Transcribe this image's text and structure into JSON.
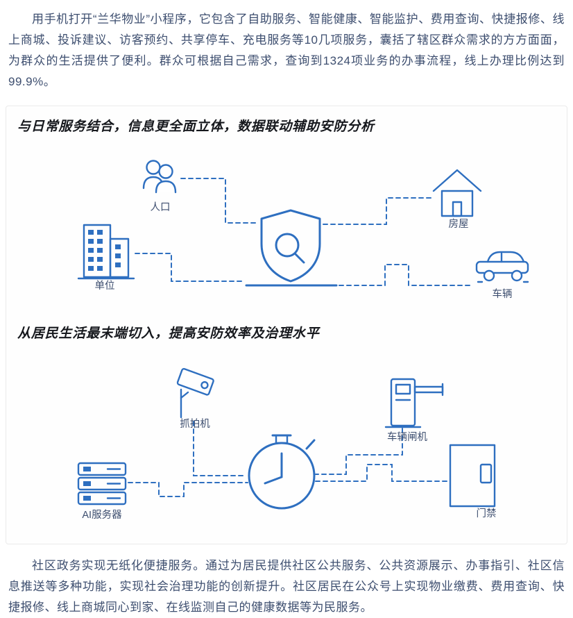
{
  "article": {
    "intro": "用手机打开“兰华物业”小程序，它包含了自助服务、智能健康、智能监护、费用查询、快捷报修、线上商城、投诉建议、访客预约、共享停车、充电服务等10几项服务，囊括了辖区群众需求的方方面面，为群众的生活提供了便利。群众可根据自己需求，查询到1324项业务的办事流程，线上办理比例达到99.9%。",
    "closing": "社区政务实现无纸化便捷服务。通过为居民提供社区公共服务、公共资源展示、办事指引、社区信息推送等多种功能，实现社会治理功能的创新提升。社区居民在公众号上实现物业缴费、费用查询、快捷报修、线上商城同心到家、在线监测自己的健康数据等为民服务。"
  },
  "panel": {
    "section1": {
      "title": "与日常服务结合，信息更全面立体，数据联动辅助安防分析",
      "nodes": [
        {
          "id": "population",
          "label": "人口"
        },
        {
          "id": "house",
          "label": "房屋"
        },
        {
          "id": "organization",
          "label": "单位"
        },
        {
          "id": "vehicle",
          "label": "车辆"
        }
      ]
    },
    "section2": {
      "title": "从居民生活最末端切入，提高安防效率及治理水平",
      "nodes": [
        {
          "id": "capture-camera",
          "label": "抓拍机"
        },
        {
          "id": "vehicle-gate",
          "label": "车辆闸机"
        },
        {
          "id": "ai-server",
          "label": "AI服务器"
        },
        {
          "id": "door-access",
          "label": "门禁"
        }
      ]
    }
  },
  "colors": {
    "icon_blue": "#2e6fc0",
    "body_text": "#3d4e6f",
    "title_text": "#16181d"
  }
}
